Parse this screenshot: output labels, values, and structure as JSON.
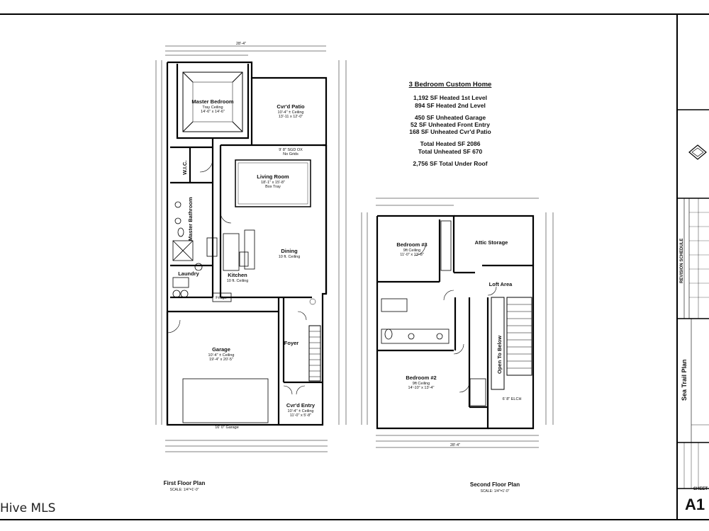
{
  "summary": {
    "title": "3 Bedroom Custom Home",
    "heated_1st": "1,192 SF Heated 1st Level",
    "heated_2nd": "894 SF Heated 2nd Level",
    "garage": "450 SF Unheated Garage",
    "front_entry": "52 SF Unheated Front Entry",
    "patio": "168 SF Unheated Cvr'd Patio",
    "total_heated": "Total Heated SF 2086",
    "total_unheated": "Total Unheated SF 670",
    "under_roof": "2,756 SF Total Under Roof"
  },
  "first_floor": {
    "title": "First Floor Plan",
    "scale": "SCALE: 1/4\"=1'-0\"",
    "master": {
      "name": "Master Bedroom",
      "ceiling": "Tray Ceiling",
      "size": "14'-6\" x 14'-6\""
    },
    "patio": {
      "name": "Cvr'd Patio",
      "ceiling": "10'-4\" ± Ceiling",
      "size": "13'-11 x 12'-0\""
    },
    "living": {
      "name": "Living Room",
      "size": "18'-1\" x 15'-8\"",
      "ceiling": "Box Tray"
    },
    "sgd": "9' 8\" SGD OX",
    "no_grids": "No Grids",
    "wic": "W.I.C.",
    "master_bath": "Master Bathroom",
    "laundry": "Laundry",
    "kitchen": {
      "name": "Kitchen",
      "ceiling": "10 ft. Ceiling"
    },
    "dining": {
      "name": "Dining",
      "ceiling": "10 ft. Ceiling"
    },
    "fridge": "Fridge",
    "garage": {
      "name": "Garage",
      "ceiling": "10'-4\" ± Ceiling",
      "size": "19'-4\" x 20'-5\""
    },
    "garage_door": "16' 0\" Garage",
    "foyer": "Foyer",
    "entry": {
      "name": "Cvr'd Entry",
      "ceiling": "10'-4\" ± Ceiling",
      "size": "11'-0\" x 5'-8\""
    },
    "overall_width": "28'-4\""
  },
  "second_floor": {
    "title": "Second Floor Plan",
    "scale": "SCALE: 1/4\"=1'-0\"",
    "bed3": {
      "name": "Bedroom #3",
      "ceiling": "9ft Ceiling",
      "size": "11'-0\" x 13'-8\""
    },
    "attic": "Attic Storage",
    "loft": "Loft Area",
    "open_below": "Open To Below",
    "bed2": {
      "name": "Bedroom #2",
      "ceiling": "9ft Ceiling",
      "size": "14'-10\" x 13'-4\""
    },
    "elch": "6' 8\" ELCH",
    "overall_width": "28'-4\""
  },
  "title_block": {
    "revision": "REVISION SCHEDULE",
    "plan_name": "Sea Trail Plan",
    "sheet_label": "SHEET",
    "sheet_no": "A1"
  },
  "watermark": "Hive MLS"
}
